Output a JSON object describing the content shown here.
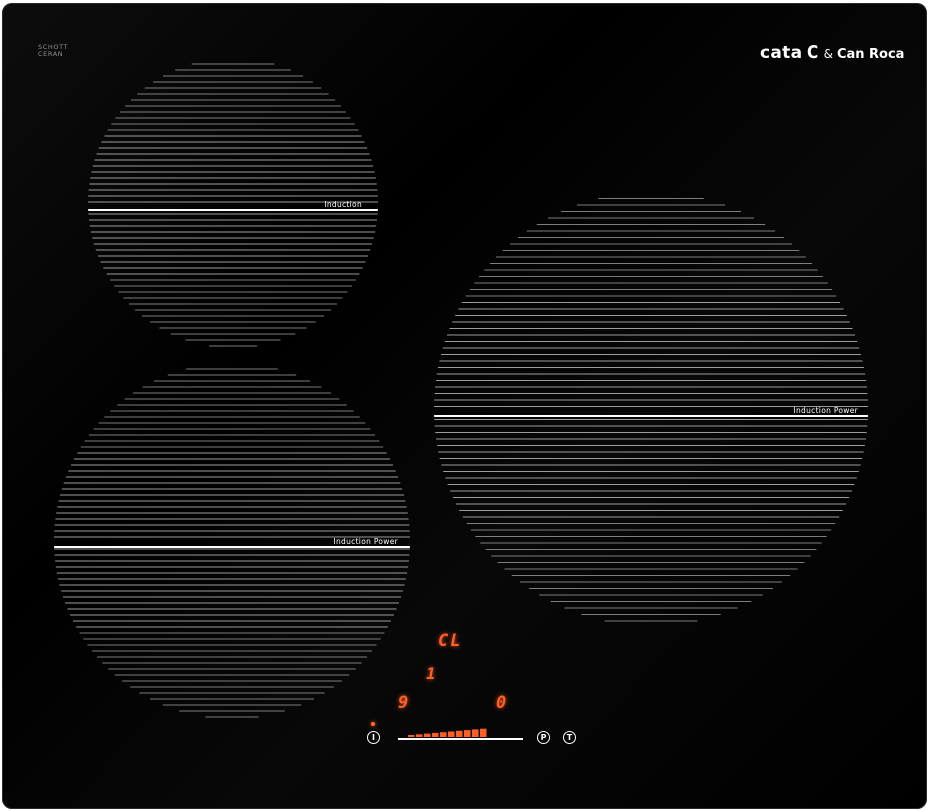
{
  "panel": {
    "brand": {
      "schott_top": "SCHOTT",
      "schott_bottom": "CERAN",
      "cata": "cata",
      "cata_mark": "C",
      "amp": "&",
      "can_roca": "Can Roca"
    }
  },
  "zones": [
    {
      "name": "top-left",
      "label": "Induction"
    },
    {
      "name": "bottom-left",
      "label": "Induction Power"
    },
    {
      "name": "right",
      "label": "Induction Power"
    }
  ],
  "display": {
    "code_cl": "CL",
    "value_1": "1",
    "value_9": "9",
    "value_0": "0",
    "led_color": "#ff5a1f"
  },
  "controls": {
    "power_icon": "power-icon",
    "power_symbol": "I",
    "p_label": "P",
    "timer_label": "T",
    "slider_level": 0.6
  }
}
